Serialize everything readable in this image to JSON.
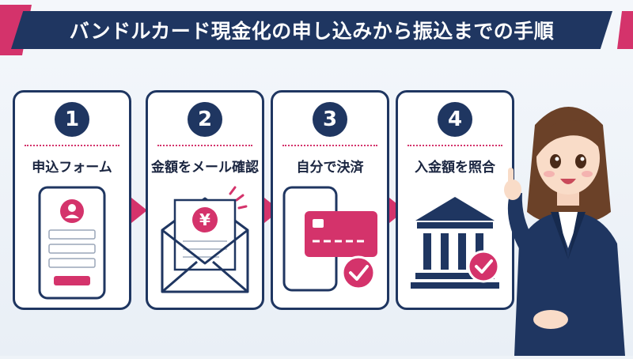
{
  "header": {
    "title": "バンドルカード現金化の申し込みから振込までの手順"
  },
  "steps": [
    {
      "number": "1",
      "label": "申込フォーム",
      "icon": "smartphone-form-icon"
    },
    {
      "number": "2",
      "label": "金額をメール確認",
      "icon": "yen-envelope-icon"
    },
    {
      "number": "3",
      "label": "自分で決済",
      "icon": "card-payment-icon"
    },
    {
      "number": "4",
      "label": "入金額を照合",
      "icon": "bank-check-icon"
    }
  ],
  "currency_symbol": "¥",
  "colors": {
    "navy": "#1f3661",
    "pink": "#d4336b",
    "background": "#eef3f8"
  }
}
